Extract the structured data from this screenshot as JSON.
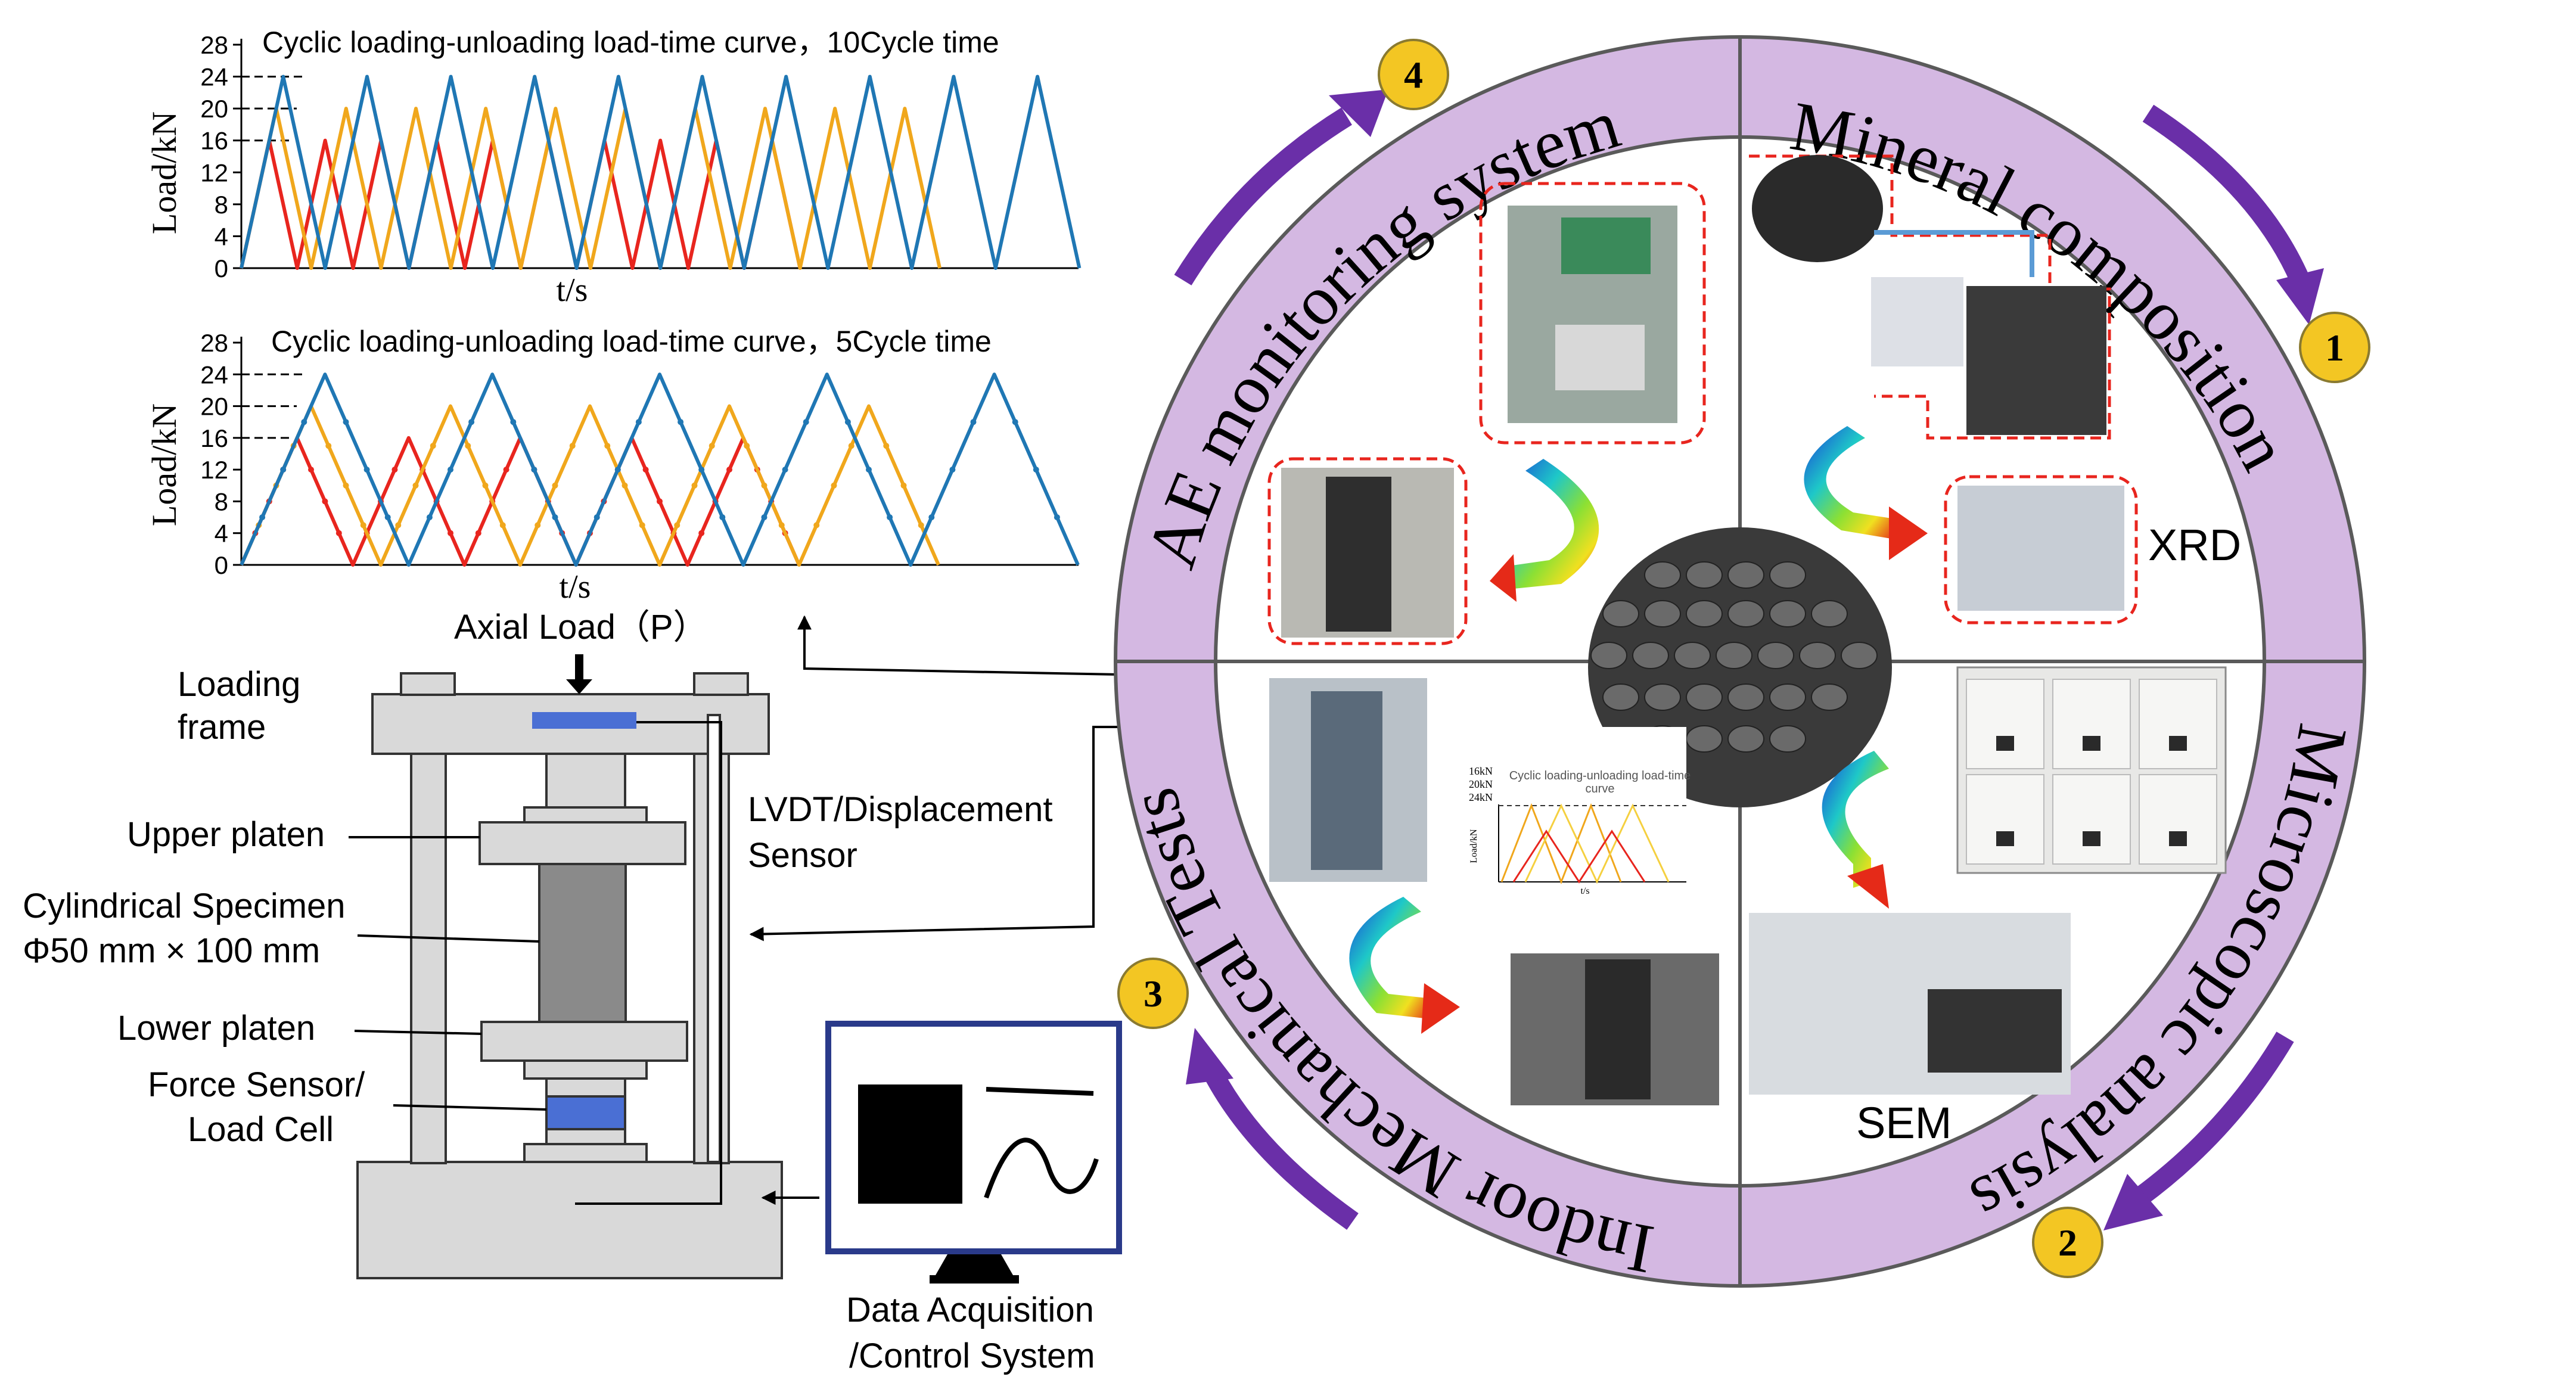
{
  "chart_top": {
    "title": "Cyclic loading-unloading load-time curve，10Cycle time",
    "ylabel": "Load/kN",
    "xlabel": "t/s",
    "yticks": [
      "0",
      "4",
      "8",
      "12",
      "16",
      "20",
      "24",
      "28"
    ],
    "dashed_levels": [
      24,
      20,
      16
    ]
  },
  "chart_bottom": {
    "title": "Cyclic loading-unloading load-time curve，5Cycle time",
    "ylabel": "Load/kN",
    "xlabel": "t/s",
    "yticks": [
      "0",
      "4",
      "8",
      "12",
      "16",
      "20",
      "24",
      "28"
    ],
    "dashed_levels": [
      24,
      20,
      16
    ]
  },
  "chart_data": [
    {
      "type": "line",
      "title": "Cyclic loading-unloading load-time curve，10Cycle time",
      "xlabel": "t/s",
      "ylabel": "Load/kN",
      "ylim": [
        0,
        28
      ],
      "series": [
        {
          "color": "#e8251e",
          "peak": 16,
          "cycles": 10
        },
        {
          "color": "#f0a71c",
          "peak": 20,
          "cycles": 10
        },
        {
          "color": "#1f77b4",
          "peak": 24,
          "cycles": 10
        }
      ]
    },
    {
      "type": "line",
      "title": "Cyclic loading-unloading load-time curve，5Cycle time",
      "xlabel": "t/s",
      "ylabel": "Load/kN",
      "ylim": [
        0,
        28
      ],
      "series": [
        {
          "color": "#e8251e",
          "peak": 16,
          "cycles": 5
        },
        {
          "color": "#f0a71c",
          "peak": 20,
          "cycles": 5
        },
        {
          "color": "#1f77b4",
          "peak": 24,
          "cycles": 5
        }
      ]
    }
  ],
  "apparatus": {
    "axial_load": "Axial Load（P）",
    "loading_frame_1": "Loading",
    "loading_frame_2": "frame",
    "upper_platen": "Upper platen",
    "specimen_1": "Cylindrical Specimen",
    "specimen_2": "Φ50 mm × 100 mm",
    "lower_platen": "Lower platen",
    "force_sensor_1": "Force Sensor/",
    "force_sensor_2": "Load Cell",
    "lvdt_1": "LVDT/Displacement",
    "lvdt_2": "Sensor",
    "daq_1": "Data Acquisition",
    "daq_2": "/Control System"
  },
  "ring": {
    "q1": "Mineral composition",
    "q2": "Microscopic analysis",
    "q3": "Indoor Mechanical Tests",
    "q4": "AE monitoring system",
    "badge1": "1",
    "badge2": "2",
    "badge3": "3",
    "badge4": "4",
    "xrd": "XRD",
    "sem": "SEM"
  },
  "mini_chart": {
    "title_1": "Cyclic loading-unloading load-time",
    "title_2": "curve",
    "y16": "16kN",
    "y20": "20kN",
    "y24": "24kN",
    "ylabel": "Load/kN",
    "xlabel": "t/s"
  },
  "colors": {
    "ring": "#d4b8e2",
    "arrow": "#6a2fa8",
    "badge": "#f3c623",
    "red": "#e8251e",
    "orange": "#f0a71c",
    "blue": "#1f77b4",
    "sensor": "#4a6fd4"
  }
}
